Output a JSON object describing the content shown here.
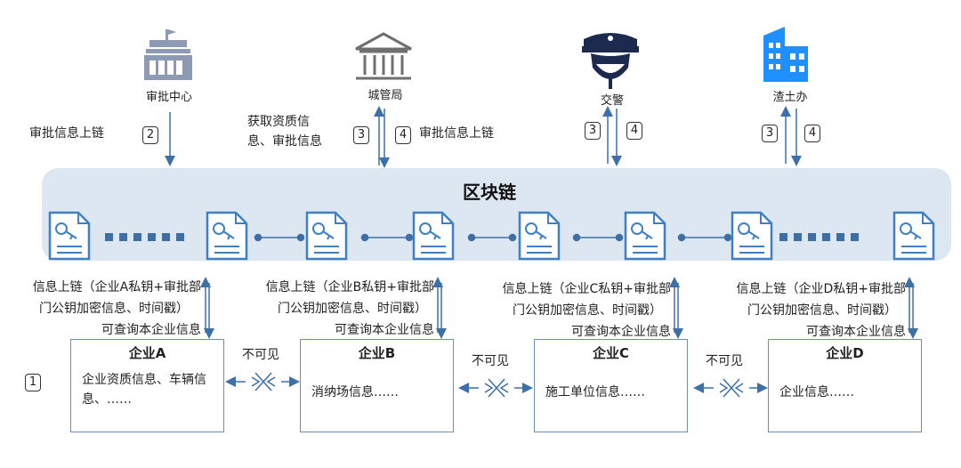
{
  "authorities": [
    {
      "name": "审批中心",
      "icon": "government-building-icon",
      "color": "#8e9ab3"
    },
    {
      "name": "城管局",
      "icon": "courthouse-icon",
      "color": "#6f6f6f"
    },
    {
      "name": "交警",
      "icon": "traffic-police-icon",
      "color": "#1b2a4e"
    },
    {
      "name": "渣土办",
      "icon": "office-building-icon",
      "color": "#1e90ff"
    }
  ],
  "upper_labels": {
    "approval_upload": "审批信息上链",
    "fetch_qualification_line1": "获取资质信",
    "fetch_qualification_line2": "息、审批信息",
    "approval_upload_2": "审批信息上链"
  },
  "steps": {
    "s1": "1",
    "s2": "2",
    "s3": "3",
    "s4": "4"
  },
  "blockchain": {
    "title": "区块链",
    "band_color": "#dde7f2",
    "doc_color": "#3f7fc3"
  },
  "enterprises": [
    {
      "title": "企业A",
      "body": "企业资质信息、车辆信息、……",
      "upload_line1": "信息上链（企业A私钥+审批部",
      "upload_line2": "门公钥加密信息、时间戳）",
      "query": "可查询本企业信息"
    },
    {
      "title": "企业B",
      "body": "消纳场信息……",
      "upload_line1": "信息上链（企业B私钥+审批部",
      "upload_line2": "门公钥加密信息、时间戳）",
      "query": "可查询本企业信息"
    },
    {
      "title": "企业C",
      "body": "施工单位信息……",
      "upload_line1": "信息上链（企业C私钥+审批部",
      "upload_line2": "门公钥加密信息、时间戳）",
      "query": "可查询本企业信息"
    },
    {
      "title": "企业D",
      "body": "企业信息……",
      "upload_line1": "信息上链（企业D私钥+审批部",
      "upload_line2": "门公钥加密信息、时间戳）",
      "query": "可查询本企业信息"
    }
  ],
  "invisible_label": "不可见",
  "arrow_color": "#3d6fa8"
}
